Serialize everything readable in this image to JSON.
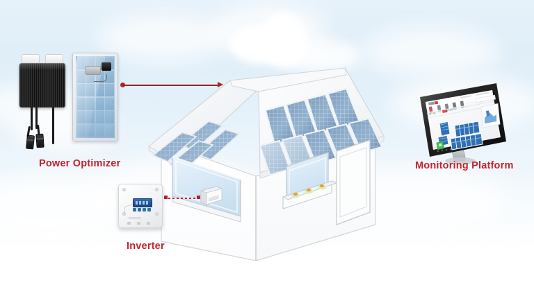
{
  "scene": {
    "title": "Residential Solar PV System with Power Optimizers",
    "background": {
      "type": "sky-with-clouds",
      "sky_top_color": "#e7f2fa",
      "sky_bottom_color": "#ffffff",
      "cloud_color": "#ffffff"
    },
    "accent_color": "#c0232c",
    "connector_color": "#b3222a"
  },
  "labels": {
    "power_optimizer": "Power Optimizer",
    "inverter": "Inverter",
    "monitoring_platform": "Monitoring Platform"
  },
  "components": {
    "power_optimizer": {
      "name": "Power Optimizer",
      "body_color": "#1a1a1a",
      "tab_color": "#fdfdfd",
      "cable_count": 3,
      "connector_count": 2
    },
    "solar_panel_hero": {
      "name": "Solar Panel with Optimizer",
      "cell_columns": 4,
      "cell_rows": 6,
      "frame_color": "#c3c9cf",
      "glass_color": "#a7c7e0",
      "junction_box_color": "#b8babd",
      "optimizer_color": "#232323"
    },
    "inverter": {
      "name": "String Inverter",
      "body_color": "#f2f3f5",
      "display_color": "#1d5090",
      "button_count": 4
    },
    "gateway": {
      "name": "Communication Gateway",
      "body_color": "#e9ebed"
    },
    "monitor": {
      "name": "Monitoring Platform Display",
      "bezel_color": "#1e1e1e",
      "screen_color": "#ffffff",
      "dashboard_accent": "#2f6fb3",
      "status_color": "#3ec04a",
      "logo_color": "#d0252c"
    }
  },
  "house": {
    "wall_color": "#ffffff",
    "outline_color": "#c9ced3",
    "roof_color": "#f2f4f6",
    "roof_left_panels": 4,
    "roof_right_panels_top_row": 4,
    "roof_right_panels_bottom_row": 5,
    "window_glass_color": "#dbeaf5",
    "flowerbox_flowers": 3,
    "flowerbox_flower_color": "#e8a13a"
  },
  "connections": [
    {
      "id": "optimizer-to-roof",
      "from": "power_optimizer_panel",
      "to": "roof_array",
      "style": "solid-arrow",
      "color": "#b3222a"
    },
    {
      "id": "inverter-to-gateway",
      "from": "inverter",
      "to": "gateway",
      "style": "dashed",
      "color": "#c0232c"
    }
  ],
  "dashboard": {
    "toolbar_icon_count": 5,
    "panel_blocks": [
      {
        "id": "left-column",
        "cells": 8
      },
      {
        "id": "center-top",
        "cells": 12
      },
      {
        "id": "center-bottom",
        "cells": 16
      }
    ],
    "status_indicator": "ok"
  }
}
